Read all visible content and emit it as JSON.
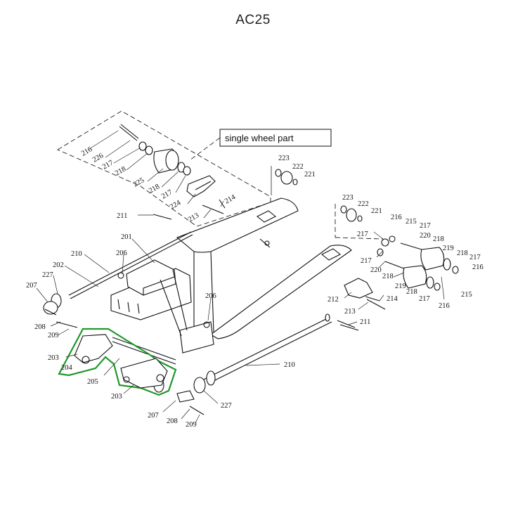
{
  "title": "AC25",
  "callout": "single wheel part",
  "highlight_color": "#1f9a2a",
  "labels": {
    "l216a": "216",
    "l226": "226",
    "l217a": "217",
    "l218a": "218",
    "l225": "225",
    "l218b": "218",
    "l217b": "217",
    "l224": "224",
    "l213a": "213",
    "l214a": "214",
    "l223a": "223",
    "l222a": "222",
    "l221a": "221",
    "l223b": "223",
    "l222b": "222",
    "l221b": "221",
    "l216b": "216",
    "l215a": "215",
    "l217c": "217",
    "l220a": "220",
    "l218c": "218",
    "l217d": "217",
    "l219a": "219",
    "l218d": "218",
    "l217e": "217",
    "l216c": "216",
    "l217f": "217",
    "l220b": "220",
    "l218e": "218",
    "l219b": "219",
    "l218f": "218",
    "l214b": "214",
    "l217g": "217",
    "l216d": "216",
    "l215b": "215",
    "l212": "212",
    "l213b": "213",
    "l211b": "211",
    "l211a": "211",
    "l201": "201",
    "l210a": "210",
    "l206a": "206",
    "l202": "202",
    "l227a": "227",
    "l207a": "207",
    "l206b": "206",
    "l208a": "208",
    "l209a": "209",
    "l203a": "203",
    "l204": "204",
    "l205": "205",
    "l203b": "203",
    "l210b": "210",
    "l227b": "227",
    "l207b": "207",
    "l208b": "208",
    "l209b": "209"
  }
}
